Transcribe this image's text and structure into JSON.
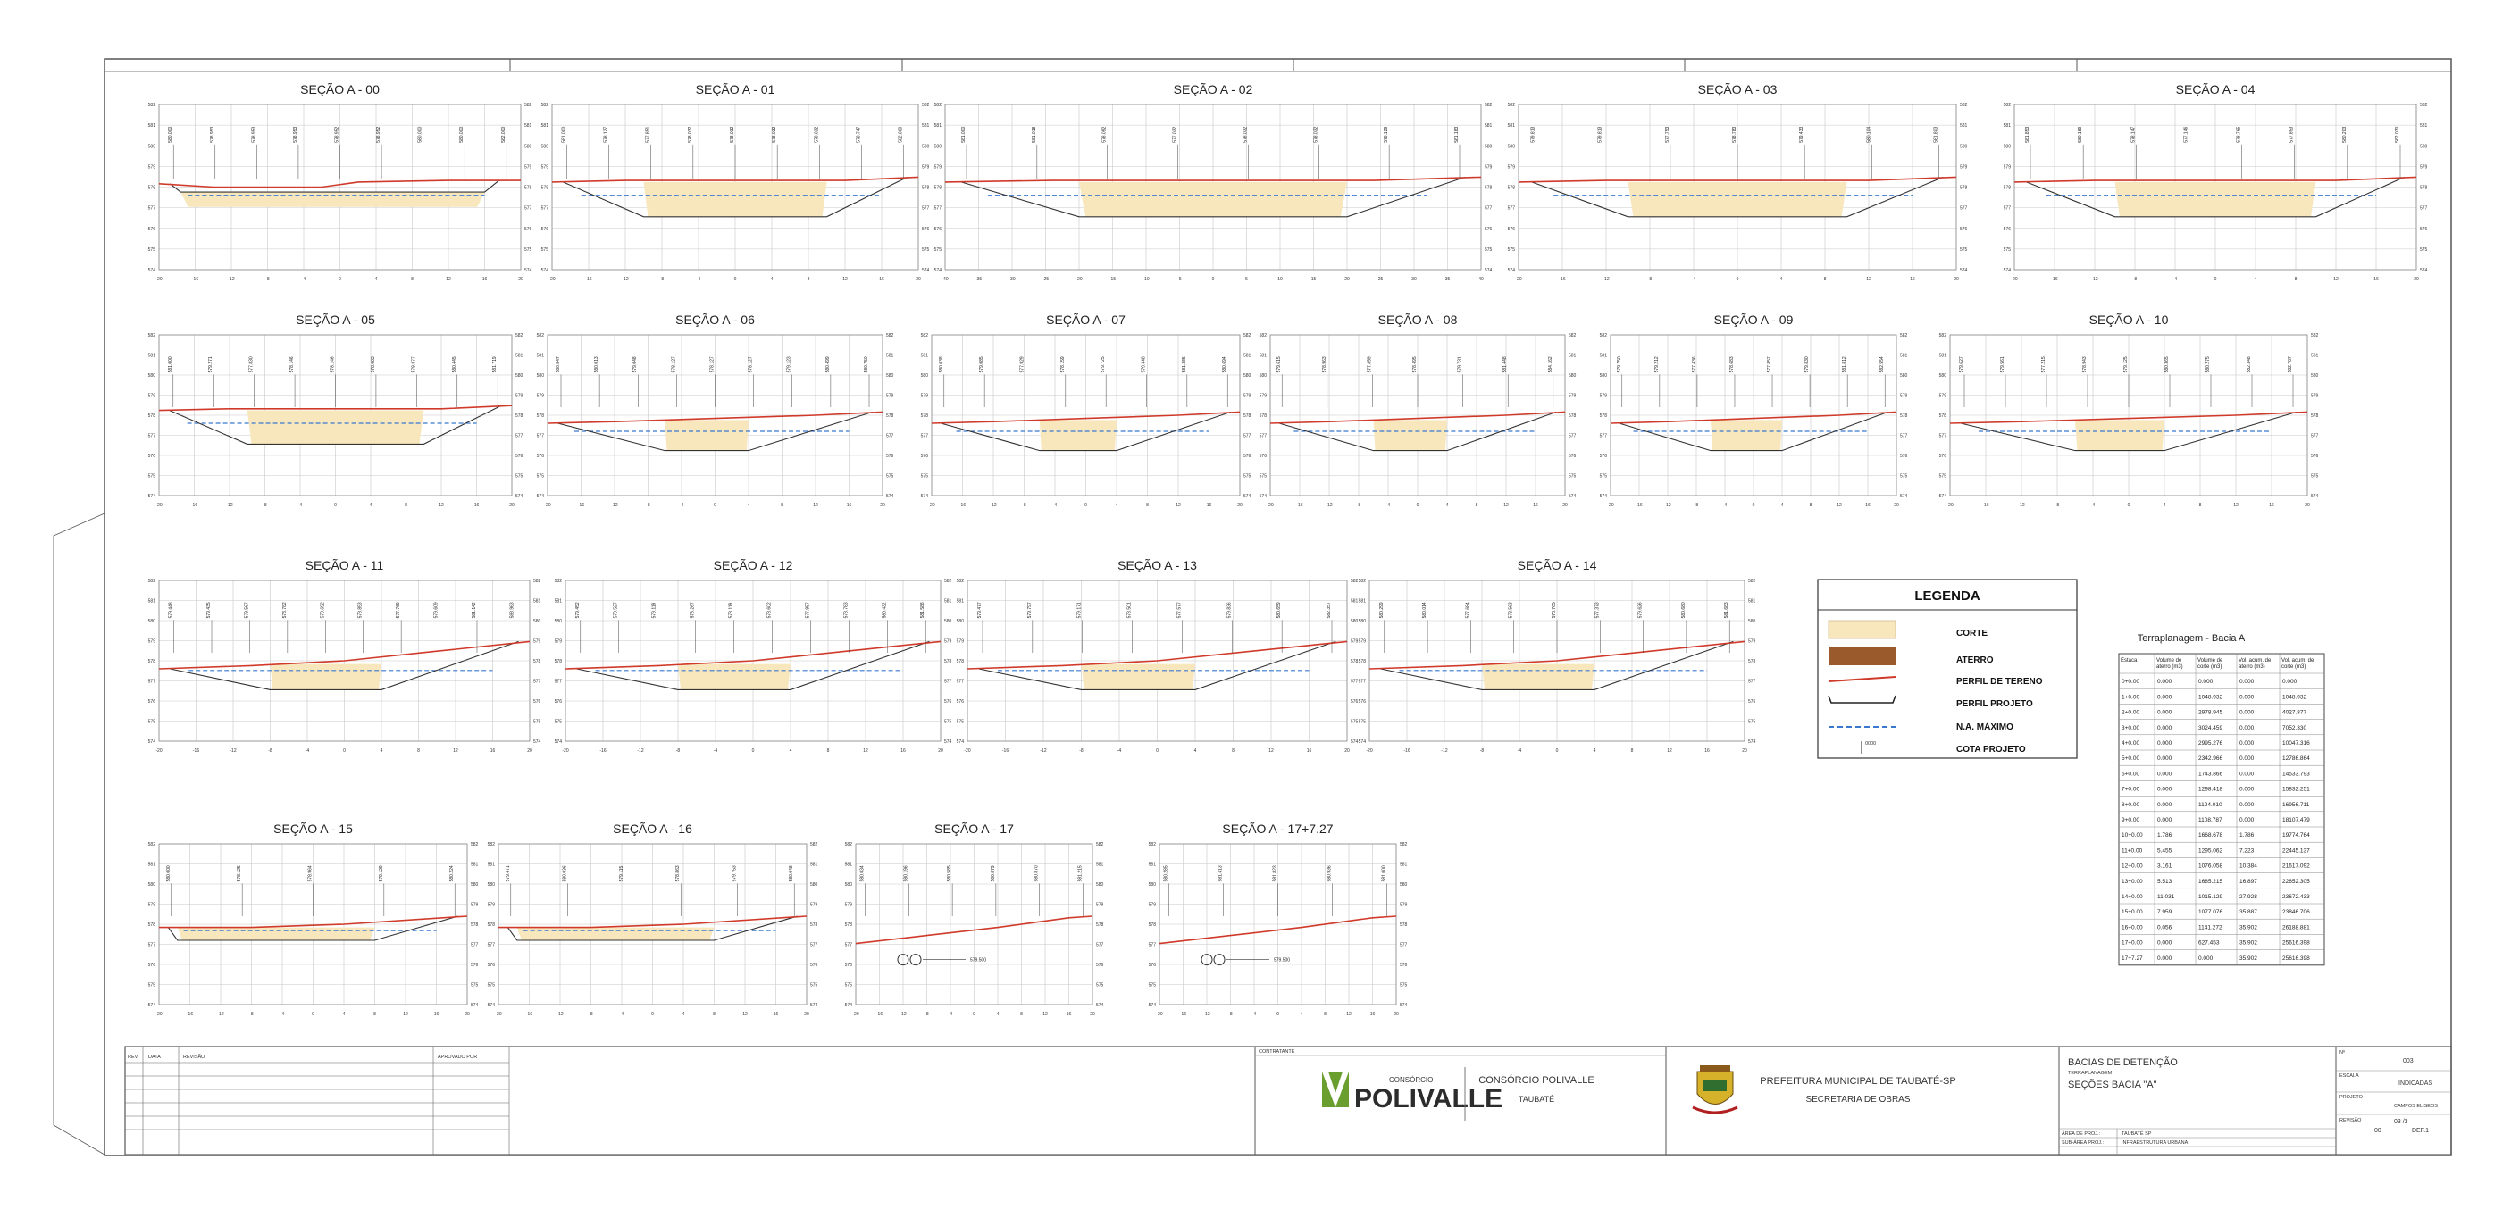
{
  "sections": [
    {
      "title": "SEÇÃO A - 00",
      "elev": [
        "580.000",
        "578.953",
        "578.953",
        "578.953",
        "578.952",
        "578.952",
        "580.000",
        "580.000",
        "582.000"
      ],
      "dx": [
        -20,
        -16,
        -12,
        -8,
        -4,
        0,
        4,
        8,
        12,
        16,
        20
      ],
      "dy": [
        "582",
        "581",
        "580",
        "579",
        "578",
        "577",
        "576",
        "575",
        "574"
      ]
    },
    {
      "title": "SEÇÃO A - 01",
      "elev": [
        "581.000",
        "578.127",
        "577.851",
        "578.032",
        "578.032",
        "578.032",
        "578.032",
        "578.747",
        "582.000"
      ],
      "dx": [
        -20,
        -16,
        -12,
        -8,
        -4,
        0,
        4,
        8,
        12,
        16,
        20
      ],
      "dy": [
        "582",
        "581",
        "580",
        "579",
        "578",
        "577",
        "576",
        "575",
        "574"
      ]
    },
    {
      "title": "SEÇÃO A - 02",
      "elev": [
        "581.000",
        "581.018",
        "578.092",
        "577.032",
        "578.032",
        "578.032",
        "578.129",
        "581.183"
      ],
      "dx": [
        -40,
        -35,
        -30,
        -25,
        -20,
        -15,
        -10,
        -5,
        0,
        5,
        10,
        15,
        20,
        25,
        30,
        35,
        40
      ],
      "dy": [
        "582",
        "581",
        "580",
        "579",
        "578",
        "577",
        "576",
        "575",
        "574"
      ]
    },
    {
      "title": "SEÇÃO A - 03",
      "elev": [
        "579.813",
        "579.813",
        "577.753",
        "578.783",
        "579.433",
        "580.104",
        "581.803"
      ],
      "dx": [
        -20,
        -16,
        -12,
        -8,
        -4,
        0,
        4,
        8,
        12,
        16,
        20
      ],
      "dy": [
        "582",
        "581",
        "580",
        "579",
        "578",
        "577",
        "576",
        "575",
        "574"
      ]
    },
    {
      "title": "SEÇÃO A - 04",
      "elev": [
        "581.853",
        "580.189",
        "578.147",
        "577.146",
        "578.765",
        "577.853",
        "580.203",
        "582.030"
      ],
      "dx": [
        -20,
        -16,
        -12,
        -8,
        -4,
        0,
        4,
        8,
        12,
        16,
        20
      ],
      "dy": [
        "582",
        "581",
        "580",
        "579",
        "578",
        "577",
        "576",
        "575",
        "574"
      ]
    },
    {
      "title": "SEÇÃO A - 05",
      "elev": [
        "581.000",
        "579.271",
        "577.830",
        "578.146",
        "578.146",
        "578.083",
        "579.877",
        "580.445",
        "581.719"
      ],
      "dx": [
        -20,
        -16,
        -12,
        -8,
        -4,
        0,
        4,
        8,
        12,
        16,
        20
      ],
      "dy": [
        "582",
        "581",
        "580",
        "579",
        "578",
        "577",
        "576",
        "575",
        "574"
      ]
    },
    {
      "title": "SEÇÃO A - 06",
      "elev": [
        "580.847",
        "580.013",
        "579.048",
        "578.127",
        "578.127",
        "578.127",
        "579.123",
        "580.499",
        "580.750"
      ],
      "dx": [
        -20,
        -16,
        -12,
        -8,
        -4,
        0,
        4,
        8,
        12,
        16,
        20
      ],
      "dy": [
        "582",
        "581",
        "580",
        "579",
        "578",
        "577",
        "576",
        "575",
        "574"
      ]
    },
    {
      "title": "SEÇÃO A - 07",
      "elev": [
        "580.038",
        "579.085",
        "577.929",
        "578.159",
        "579.725",
        "579.448",
        "581.385",
        "580.694"
      ],
      "dx": [
        -20,
        -16,
        -12,
        -8,
        -4,
        0,
        4,
        8,
        12,
        16,
        20
      ],
      "dy": [
        "582",
        "581",
        "580",
        "579",
        "578",
        "577",
        "576",
        "575",
        "574"
      ]
    },
    {
      "title": "SEÇÃO A - 08",
      "elev": [
        "579.615",
        "578.963",
        "577.859",
        "578.495",
        "579.731",
        "581.448",
        "584.162"
      ],
      "dx": [
        -20,
        -16,
        -12,
        -8,
        -4,
        0,
        4,
        8,
        12,
        16,
        20
      ],
      "dy": [
        "582",
        "581",
        "580",
        "579",
        "578",
        "577",
        "576",
        "575",
        "574"
      ]
    },
    {
      "title": "SEÇÃO A - 09",
      "elev": [
        "579.750",
        "579.212",
        "577.436",
        "578.683",
        "577.857",
        "579.830",
        "581.812",
        "582.554"
      ],
      "dx": [
        -20,
        -16,
        -12,
        -8,
        -4,
        0,
        4,
        8,
        12,
        16,
        20
      ],
      "dy": [
        "582",
        "581",
        "580",
        "579",
        "578",
        "577",
        "576",
        "575",
        "574"
      ]
    },
    {
      "title": "SEÇÃO A - 10",
      "elev": [
        "579.627",
        "579.561",
        "577.215",
        "578.943",
        "579.125",
        "580.365",
        "580.275",
        "582.348",
        "582.707"
      ],
      "dx": [
        -20,
        -16,
        -12,
        -8,
        -4,
        0,
        4,
        8,
        12,
        16,
        20
      ],
      "dy": [
        "582",
        "581",
        "580",
        "579",
        "578",
        "577",
        "576",
        "575",
        "574"
      ]
    },
    {
      "title": "SEÇÃO A - 11",
      "elev": [
        "579.448",
        "579.435",
        "579.567",
        "578.782",
        "579.692",
        "578.853",
        "577.769",
        "579.609",
        "581.142",
        "583.963"
      ],
      "dx": [
        -20,
        -16,
        -12,
        -8,
        -4,
        0,
        4,
        8,
        12,
        16,
        20
      ],
      "dy": [
        "582",
        "581",
        "580",
        "579",
        "578",
        "577",
        "576",
        "575",
        "574"
      ]
    },
    {
      "title": "SEÇÃO A - 12",
      "elev": [
        "579.452",
        "579.527",
        "579.119",
        "578.267",
        "578.119",
        "578.602",
        "577.957",
        "578.783",
        "580.432",
        "581.588"
      ],
      "dx": [
        -20,
        -16,
        -12,
        -8,
        -4,
        0,
        4,
        8,
        12,
        16,
        20
      ],
      "dy": [
        "582",
        "581",
        "580",
        "579",
        "578",
        "577",
        "576",
        "575",
        "574"
      ]
    },
    {
      "title": "SEÇÃO A - 13",
      "elev": [
        "579.477",
        "579.797",
        "579.171",
        "578.501",
        "577.577",
        "579.836",
        "580.659",
        "582.357"
      ],
      "dx": [
        -20,
        -16,
        -12,
        -8,
        -4,
        0,
        4,
        8,
        12,
        16,
        20
      ],
      "dy": [
        "582",
        "581",
        "580",
        "579",
        "578",
        "577",
        "576",
        "575",
        "574"
      ]
    },
    {
      "title": "SEÇÃO A - 14",
      "elev": [
        "580.299",
        "580.014",
        "577.684",
        "578.563",
        "578.765",
        "577.373",
        "579.626",
        "580.680",
        "581.683"
      ],
      "dx": [
        -20,
        -16,
        -12,
        -8,
        -4,
        0,
        4,
        8,
        12,
        16,
        20
      ],
      "dy": [
        "582",
        "581",
        "580",
        "579",
        "578",
        "577",
        "576",
        "575",
        "574"
      ]
    },
    {
      "title": "SEÇÃO A - 15",
      "elev": [
        "580.000",
        "578.125",
        "578.964",
        "579.129",
        "580.224"
      ],
      "dx": [
        -20,
        -16,
        -12,
        -8,
        -4,
        0,
        4,
        8,
        12,
        16,
        20
      ],
      "dy": [
        "582",
        "581",
        "580",
        "579",
        "578",
        "577",
        "576",
        "575",
        "574"
      ]
    },
    {
      "title": "SEÇÃO A - 16",
      "elev": [
        "579.471",
        "580.036",
        "579.115",
        "578.863",
        "579.753",
        "580.048"
      ],
      "dx": [
        -20,
        -16,
        -12,
        -8,
        -4,
        0,
        4,
        8,
        12,
        16,
        20
      ],
      "dy": [
        "582",
        "581",
        "580",
        "579",
        "578",
        "577",
        "576",
        "575",
        "574"
      ]
    },
    {
      "title": "SEÇÃO A - 17",
      "elev": [
        "580.034",
        "580.196",
        "580.585",
        "580.879",
        "580.870",
        "581.215"
      ],
      "dx": [
        -20,
        -16,
        -12,
        -8,
        -4,
        0,
        4,
        8,
        12,
        16,
        20
      ],
      "dy": [
        "582",
        "581",
        "580",
        "579",
        "578",
        "577",
        "576",
        "575",
        "574"
      ],
      "note": "579.500"
    },
    {
      "title": "SEÇÃO A - 17+7.27",
      "elev": [
        "580.285",
        "581.413",
        "581.823",
        "580.936",
        "581.000"
      ],
      "dx": [
        -20,
        -16,
        -12,
        -8,
        -4,
        0,
        4,
        8,
        12,
        16,
        20
      ],
      "dy": [
        "582",
        "581",
        "580",
        "579",
        "578",
        "577",
        "576",
        "575",
        "574"
      ],
      "note": "579.500"
    }
  ],
  "legend": {
    "title": "LEGENDA",
    "items": [
      {
        "label": "CORTE",
        "color": "#f8e7bc"
      },
      {
        "label": "ATERRO",
        "color": "#9a5a2c"
      },
      {
        "label": "PERFIL DE TERENO",
        "color": "#d03a2a"
      },
      {
        "label": "PERFIL PROJETO",
        "color": "#222222"
      },
      {
        "label": "N.A. MÁXIMO",
        "color": "#3a78d0"
      },
      {
        "label": "COTA PROJETO",
        "color": "#222222"
      }
    ],
    "cota_tag": "0000"
  },
  "volume_table": {
    "title": "Terraplanagem - Bacia A",
    "headers": [
      "Estaca",
      "Volume de aterro (m3)",
      "Volume de corte (m3)",
      "Vol. acum. de aterro (m3)",
      "Vol. acum. de corte (m3)"
    ],
    "rows": [
      [
        "0+0.00",
        "0.000",
        "0.000",
        "0.000",
        "0.000"
      ],
      [
        "1+0.00",
        "0.000",
        "1048.932",
        "0.000",
        "1048.932"
      ],
      [
        "2+0.00",
        "0.000",
        "2978.945",
        "0.000",
        "4027.877"
      ],
      [
        "3+0.00",
        "0.000",
        "3024.459",
        "0.000",
        "7052.330"
      ],
      [
        "4+0.00",
        "0.000",
        "2995.276",
        "0.000",
        "10047.316"
      ],
      [
        "5+0.00",
        "0.000",
        "2342.966",
        "0.000",
        "12786.864"
      ],
      [
        "6+0.00",
        "0.000",
        "1743.866",
        "0.000",
        "14533.793"
      ],
      [
        "7+0.00",
        "0.000",
        "1298.418",
        "0.000",
        "15832.251"
      ],
      [
        "8+0.00",
        "0.000",
        "1124.010",
        "0.000",
        "16956.711"
      ],
      [
        "9+0.00",
        "0.000",
        "1108.787",
        "0.000",
        "18107.479"
      ],
      [
        "10+0.00",
        "1.786",
        "1668.678",
        "1.786",
        "19774.764"
      ],
      [
        "11+0.00",
        "5.455",
        "1295.062",
        "7.223",
        "22445.137"
      ],
      [
        "12+0.00",
        "3.161",
        "1076.058",
        "10.384",
        "21617.092"
      ],
      [
        "13+0.00",
        "5.513",
        "1685.215",
        "16.897",
        "22652.305"
      ],
      [
        "14+0.00",
        "11.031",
        "1015.129",
        "27.928",
        "23672.433"
      ],
      [
        "15+0.00",
        "7.959",
        "1077.076",
        "35.887",
        "23846.706"
      ],
      [
        "16+0.00",
        "0.056",
        "1141.272",
        "35.902",
        "26188.881"
      ],
      [
        "17+0.00",
        "0.000",
        "627.453",
        "35.902",
        "25616.398"
      ],
      [
        "17+7.27",
        "0.000",
        "0.000",
        "35.902",
        "25616.398"
      ]
    ]
  },
  "title_block": {
    "revisions_headers": {
      "rev": "REV",
      "data": "DATA",
      "revisao": "REVISÃO",
      "aprovado": "APROVADO POR"
    },
    "contratante_label": "CONTRATANTE",
    "logo_top": "CONSÓRCIO",
    "logo_word": "POLIVALLE",
    "consortium_name": "CONSÓRCIO POLIVALLE",
    "consortium_city": "TAUBATÉ",
    "prefeitura": "PREFEITURA MUNICIPAL DE TAUBATÉ-SP",
    "secretaria": "SECRETARIA DE OBRAS",
    "project_title": "BACIAS DE DETENÇÃO",
    "project_sub": "TERRAPLANAGEM",
    "sheet_title": "SEÇÕES BACIA \"A\"",
    "area_label": "ÁREA DE PROJ.:",
    "area_value": "TAUBATÉ SP",
    "sub_area_label": "SUB-ÁREA PROJ.:",
    "sub_area_value": "INFRAESTRUTURA URBANA",
    "fl_label": "Nº",
    "fl_value": "003",
    "escala_label": "ESCALA",
    "escala_value": "INDICADAS",
    "projeto_label": "PROJETO",
    "projeto_value": "CAMPOS ELISEOS",
    "revisao_label": "REVISÃO",
    "revisao_value": "00",
    "folha_value": "03 /3",
    "folha_sub": "DEF.1"
  }
}
